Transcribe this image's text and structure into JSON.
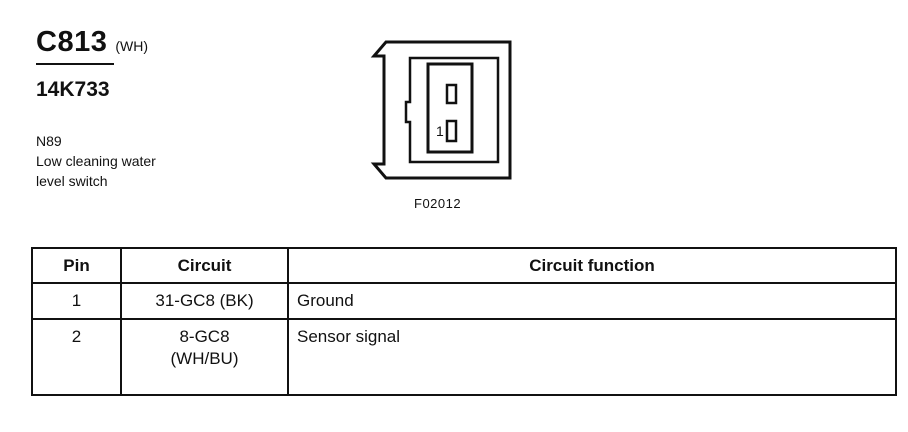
{
  "connector": {
    "code": "C813",
    "color": "(WH)",
    "part_number": "14K733",
    "description_lines": [
      "N89",
      "Low cleaning water",
      "level switch"
    ],
    "figure_id": "F02012",
    "pin_label": "1"
  },
  "table": {
    "headers": {
      "pin": "Pin",
      "circuit": "Circuit",
      "function": "Circuit function"
    },
    "rows": [
      {
        "pin": "1",
        "circuit_lines": [
          "31-GC8 (BK)"
        ],
        "function": "Ground"
      },
      {
        "pin": "2",
        "circuit_lines": [
          "8-GC8",
          "(WH/BU)"
        ],
        "function": "Sensor signal"
      }
    ]
  }
}
